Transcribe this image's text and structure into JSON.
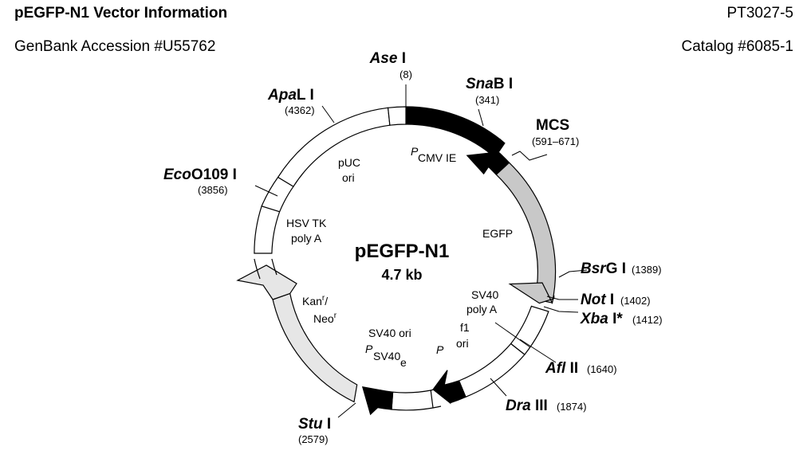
{
  "header": {
    "title": "pEGFP-N1 Vector Information",
    "code": "PT3027-5",
    "genbank": "GenBank Accession #U55762",
    "catalog": "Catalog #6085-1"
  },
  "plasmid": {
    "name": "pEGFP-N1",
    "size": "4.7 kb"
  },
  "sites": {
    "ase": {
      "name": "Ase",
      "roman": " I",
      "pos": "(8)"
    },
    "snab": {
      "name": "Sna",
      "roman": "B I",
      "pos": "(341)"
    },
    "mcs": {
      "name": "MCS",
      "pos": "(591–671)"
    },
    "bsrg": {
      "name": "Bsr",
      "roman": "G I",
      "pos": "(1389)"
    },
    "not": {
      "name": "Not",
      "roman": " I",
      "pos": "(1402)"
    },
    "xba": {
      "name": "Xba",
      "roman": " I*",
      "pos": "(1412)"
    },
    "afl": {
      "name": "Afl",
      "roman": " II",
      "pos": "(1640)"
    },
    "dra": {
      "name": "Dra",
      "roman": " III",
      "pos": "(1874)"
    },
    "stu": {
      "name": "Stu",
      "roman": " I",
      "pos": "(2579)"
    },
    "eco": {
      "name": "Eco",
      "roman": "O109 I",
      "pos": "(3856)"
    },
    "apal": {
      "name": "Apa",
      "roman": "L I",
      "pos": "(4362)"
    }
  },
  "features": {
    "pcmv_p": "P",
    "pcmv_sub": "CMV IE",
    "egfp": "EGFP",
    "sv40polya_1": "SV40",
    "sv40polya_2": "poly A",
    "f1_1": "f1",
    "f1_2": "ori",
    "p_label": "P",
    "sv40ori": "SV40 ori",
    "psv40_p": "P",
    "psv40_sub": "SV40",
    "psv40_e": "e",
    "kan": "Kan",
    "kan_sup": "r",
    "kan_slash": "/",
    "neo": "Neo",
    "neo_sup": "r",
    "hsv_1": "HSV TK",
    "hsv_2": "poly A",
    "puc_1": "pUC",
    "puc_2": "ori"
  },
  "colors": {
    "black": "#000000",
    "egfp": "#c8c8c8",
    "kan": "#e6e6e6",
    "white": "#ffffff"
  }
}
